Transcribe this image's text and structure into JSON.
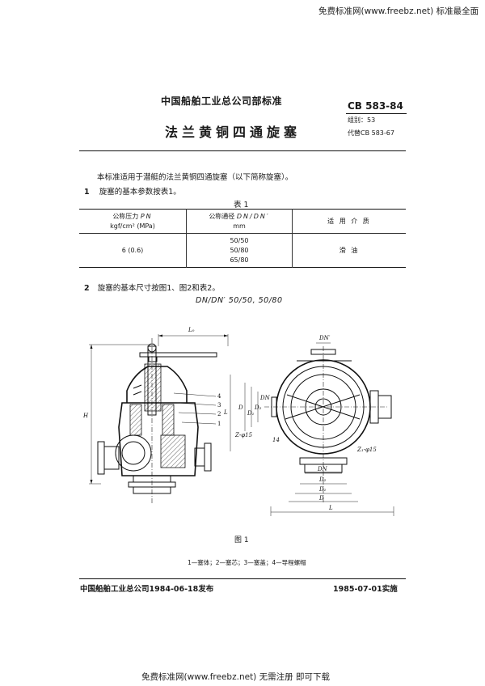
{
  "watermark_top": "免费标准网(www.freebz.net) 标准最全面",
  "watermark_bottom": "免费标准网(www.freebz.net) 无需注册 即可下载",
  "header": {
    "issuer": "中国船舶工业总公司部标准",
    "std_number": "CB 583-84",
    "group": "组别：53",
    "replaces": "代替CB 583-67",
    "title": "法兰黄铜四通旋塞"
  },
  "intro": "本标准适用于潜艇的法兰黄铜四通旋塞（以下简称旋塞）。",
  "section1": {
    "num": "1",
    "text": "旋塞的基本参数按表1。"
  },
  "table1": {
    "title": "表 1",
    "headers": {
      "pressure_name": "公称压力",
      "pressure_sym": "PN",
      "pressure_unit": "kgf/cm² (MPa)",
      "diameter_name": "公称通径",
      "diameter_sym": "DN/DN′",
      "diameter_unit": "mm",
      "medium": "适 用 介 质"
    },
    "row": {
      "pressure": "6 (0.6)",
      "diameters": [
        "50/50",
        "50/80",
        "65/80"
      ],
      "medium": "滑 油"
    }
  },
  "section2": {
    "num": "2",
    "text": "旋塞的基本尺寸按图1、图2和表2。"
  },
  "figure_subtitle": "DN/DN′ 50/50, 50/80",
  "figure": {
    "labels": {
      "L0": "L₀",
      "H": "H",
      "L": "L",
      "DN": "DN",
      "DNp": "DN′",
      "D": "D",
      "D1": "D₁",
      "D2": "D₂",
      "Z": "Z-φ15",
      "Z1": "Z₁-φ15",
      "n1": "1",
      "n2": "2",
      "n3": "3",
      "n4": "4",
      "n14": "14"
    },
    "caption": "图 1",
    "legend": "1—塞体；2—塞芯；3—塞盖；4—导程螺帽"
  },
  "footer": {
    "issue": "中国船舶工业总公司1984-06-18发布",
    "effective": "1985-07-01实施"
  }
}
